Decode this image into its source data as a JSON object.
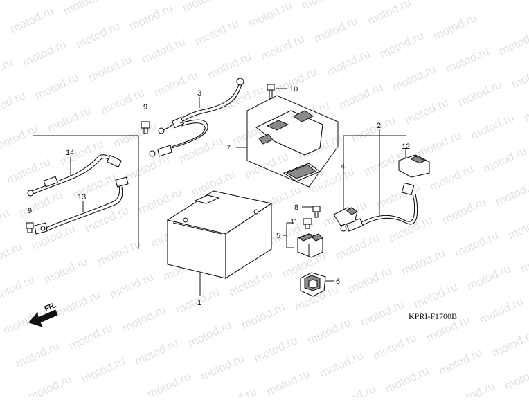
{
  "diagram": {
    "drawing_code": "KPRI-F1700B",
    "forward_label": "FR.",
    "watermark": "motod.ru",
    "callouts": {
      "c1": "1",
      "c2": "2",
      "c3": "3",
      "c4": "4",
      "c5": "5",
      "c6": "6",
      "c7": "7",
      "c8": "8",
      "c9a": "9",
      "c9b": "9",
      "c10": "10",
      "c11": "11",
      "c12": "12",
      "c13": "13",
      "c14": "14"
    }
  }
}
